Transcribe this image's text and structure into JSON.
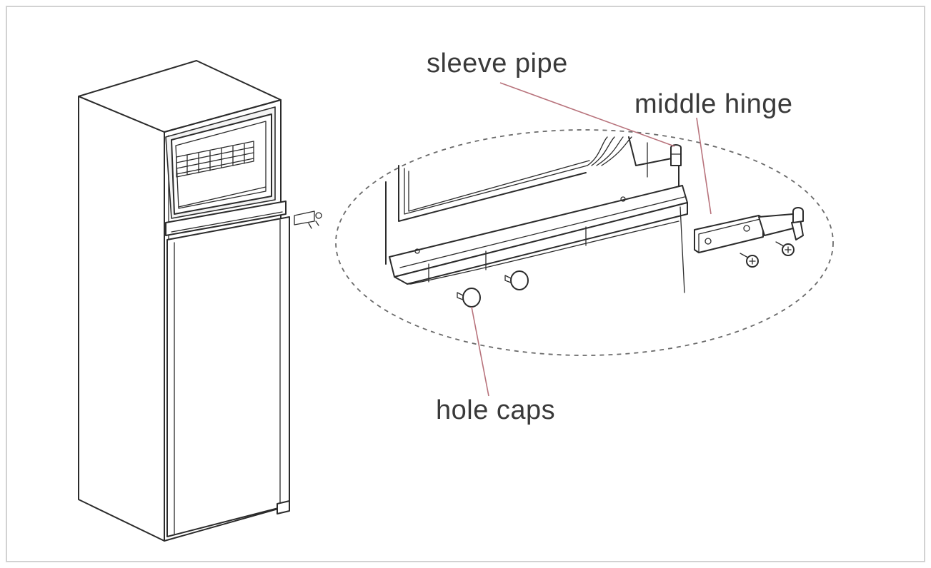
{
  "labels": {
    "sleeve_pipe": "sleeve pipe",
    "middle_hinge": "middle hinge",
    "hole_caps": "hole caps"
  },
  "colors": {
    "leader_line": "#b8737c",
    "outline": "#2b2b2b",
    "frame_border": "#d2d2d2",
    "label_text": "#3a3a3a"
  }
}
